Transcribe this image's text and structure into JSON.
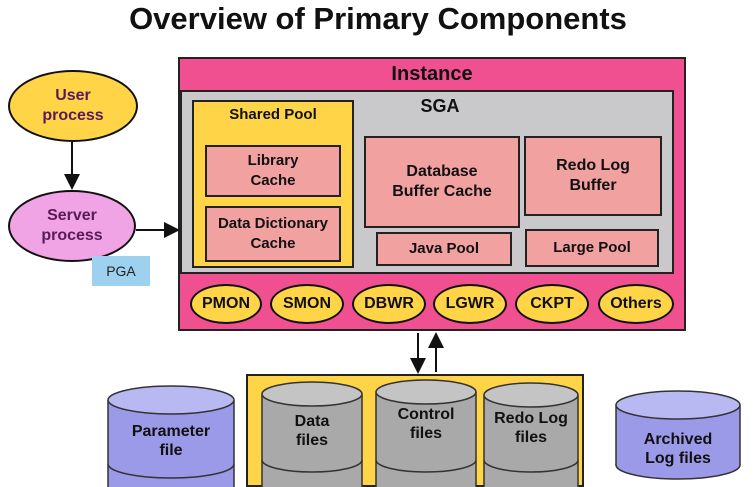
{
  "title": "Overview of Primary Components",
  "user_process": "User\nprocess",
  "server_process": "Server\nprocess",
  "pga": "PGA",
  "instance": "Instance",
  "sga": "SGA",
  "shared_pool": "Shared Pool",
  "library_cache": "Library\nCache",
  "data_dictionary_cache": "Data Dictionary\nCache",
  "database_buffer_cache": "Database\nBuffer Cache",
  "redo_log_buffer": "Redo Log\nBuffer",
  "java_pool": "Java Pool",
  "large_pool": "Large Pool",
  "background_processes": [
    "PMON",
    "SMON",
    "DBWR",
    "LGWR",
    "CKPT",
    "Others"
  ],
  "database_files": [
    "Data\nfiles",
    "Control\nfiles",
    "Redo Log\nfiles"
  ],
  "parameter_file": "Parameter\nfile",
  "archived_log_files": "Archived\nLog files",
  "colors": {
    "instance": "#f0508f",
    "sga": "#c9c9cc",
    "pool_yellow": "#ffd447",
    "memory_box": "#f2a1a1",
    "server_ellipse": "#f0a3e5",
    "pga": "#9dd1ef",
    "cylinder_blue": "#9a9ae8",
    "cylinder_gray": "#a9a9a9"
  }
}
